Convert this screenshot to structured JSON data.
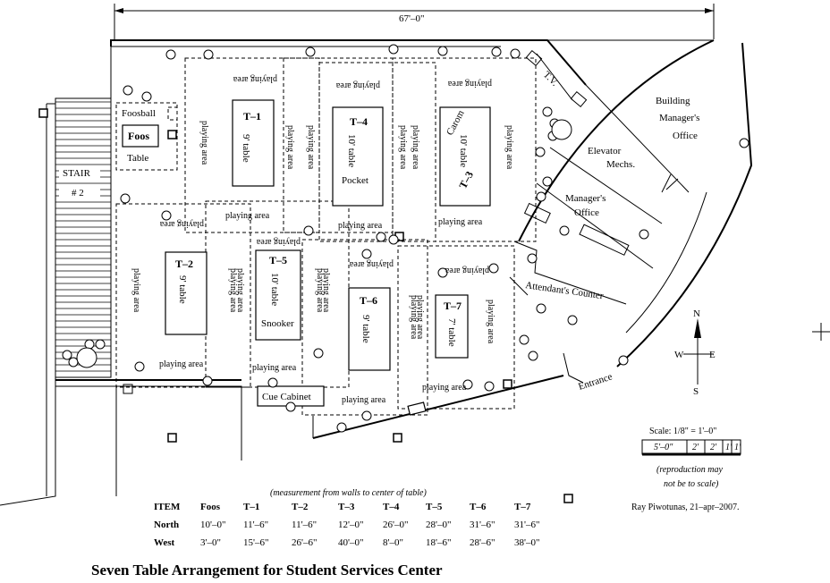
{
  "dimension_top": "67'–0\"",
  "stair": {
    "label": "STAIR",
    "number": "# 2"
  },
  "foosball": {
    "label": "Foosball",
    "table_label": "Foos",
    "table_word": "Table"
  },
  "rooms": {
    "building_manager": [
      "Building",
      "Manager's",
      "Office"
    ],
    "elevator": [
      "Elevator",
      "Mechs."
    ],
    "manager": [
      "Manager's",
      "Office"
    ],
    "attendant": "Attendant's Counter",
    "entrance": "Entrance",
    "tv": "T.V."
  },
  "tables": {
    "t1": {
      "id": "T–1",
      "size": "9' table"
    },
    "t2": {
      "id": "T–2",
      "size": "9' table"
    },
    "t3": {
      "id": "T–3",
      "type": "Carom",
      "size": "10' table"
    },
    "t4": {
      "id": "T–4",
      "size": "10' table",
      "type": "Pocket"
    },
    "t5": {
      "id": "T–5",
      "size": "10' table",
      "type": "Snooker"
    },
    "t6": {
      "id": "T–6",
      "size": "9' table"
    },
    "t7": {
      "id": "T–7",
      "size": "7' table"
    }
  },
  "playing_area": "playing area",
  "cue_cabinet": "Cue Cabinet",
  "compass": {
    "n": "N",
    "s": "S",
    "e": "E",
    "w": "W"
  },
  "scale": {
    "label": "Scale: 1/8\" = 1'–0\"",
    "segments": [
      "5'–0\"",
      "2'",
      "2'",
      "1'",
      "1'"
    ],
    "note_line1": "(reproduction may",
    "note_line2": "not be to scale)"
  },
  "author": "Ray Piwotunas, 21–apr–2007.",
  "table_note": "(measurement from walls to center of table)",
  "measurements": {
    "headers": [
      "ITEM",
      "Foos",
      "T–1",
      "T–2",
      "T–3",
      "T–4",
      "T–5",
      "T–6",
      "T–7"
    ],
    "rows": [
      [
        "North",
        "10'–0\"",
        "11'–6\"",
        "11'–6\"",
        "12'–0\"",
        "26'–0\"",
        "28'–0\"",
        "31'–6\"",
        "31'–6\""
      ],
      [
        "West",
        "3'–0\"",
        "15'–6\"",
        "26'–6\"",
        "40'–0\"",
        "8'–0\"",
        "18'–6\"",
        "28'–6\"",
        "38'–0\""
      ]
    ]
  },
  "title": "Seven Table Arrangement for Student Services Center"
}
